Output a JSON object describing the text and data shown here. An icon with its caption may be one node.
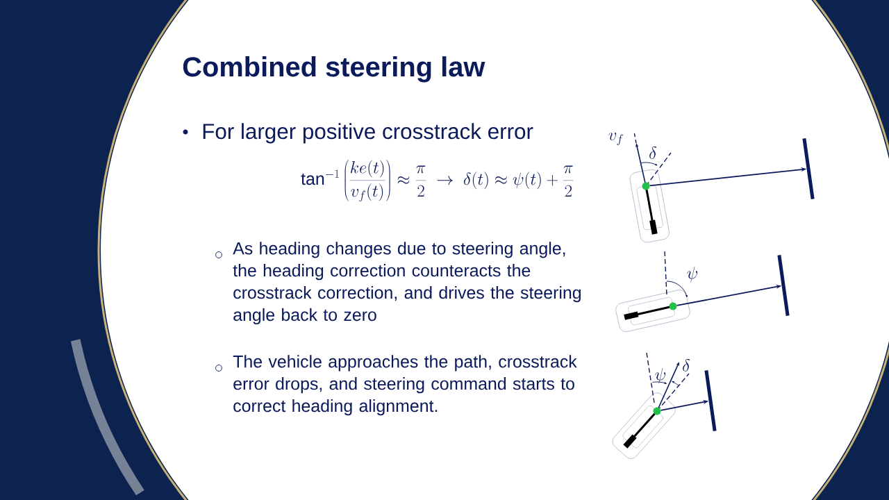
{
  "diagram": {
    "title": "Combined steering law",
    "nodes": [
      {
        "text": [],
        "shape": "circle"
      },
      {
        "text": [],
        "shape": "bar"
      },
      {
        "text": [],
        "shape": "circle"
      },
      {
        "text": [],
        "shape": "bar"
      },
      {
        "text": [],
        "shape": "circle"
      },
      {
        "text": [],
        "shape": "bar"
      }
    ],
    "edges": [
      {
        "from": 0,
        "to": 1,
        "arrow": "to"
      },
      {
        "from": 2,
        "to": 3,
        "arrow": "to"
      },
      {
        "from": 4,
        "to": 5,
        "arrow": "to"
      }
    ],
    "labels": [
      "For larger positive crosstrack error",
      "\\tan^{-1}\\left(\\frac{ke(t)}{v_f(t)}\\right)\\approx\\frac{\\pi}{2}\\;\\rightarrow\\;\\delta(t)\\approx\\psi(t)+\\frac{\\pi}{2}",
      "As heading changes due to steering angle, the heading correction counteracts the crosstrack correction, and drives the steering angle back to zero",
      "The vehicle approaches the path, crosstrack error drops, and steering command starts to correct heading alignment.",
      "v_f",
      "\\delta",
      "\\psi",
      "\\psi",
      "\\delta"
    ]
  }
}
